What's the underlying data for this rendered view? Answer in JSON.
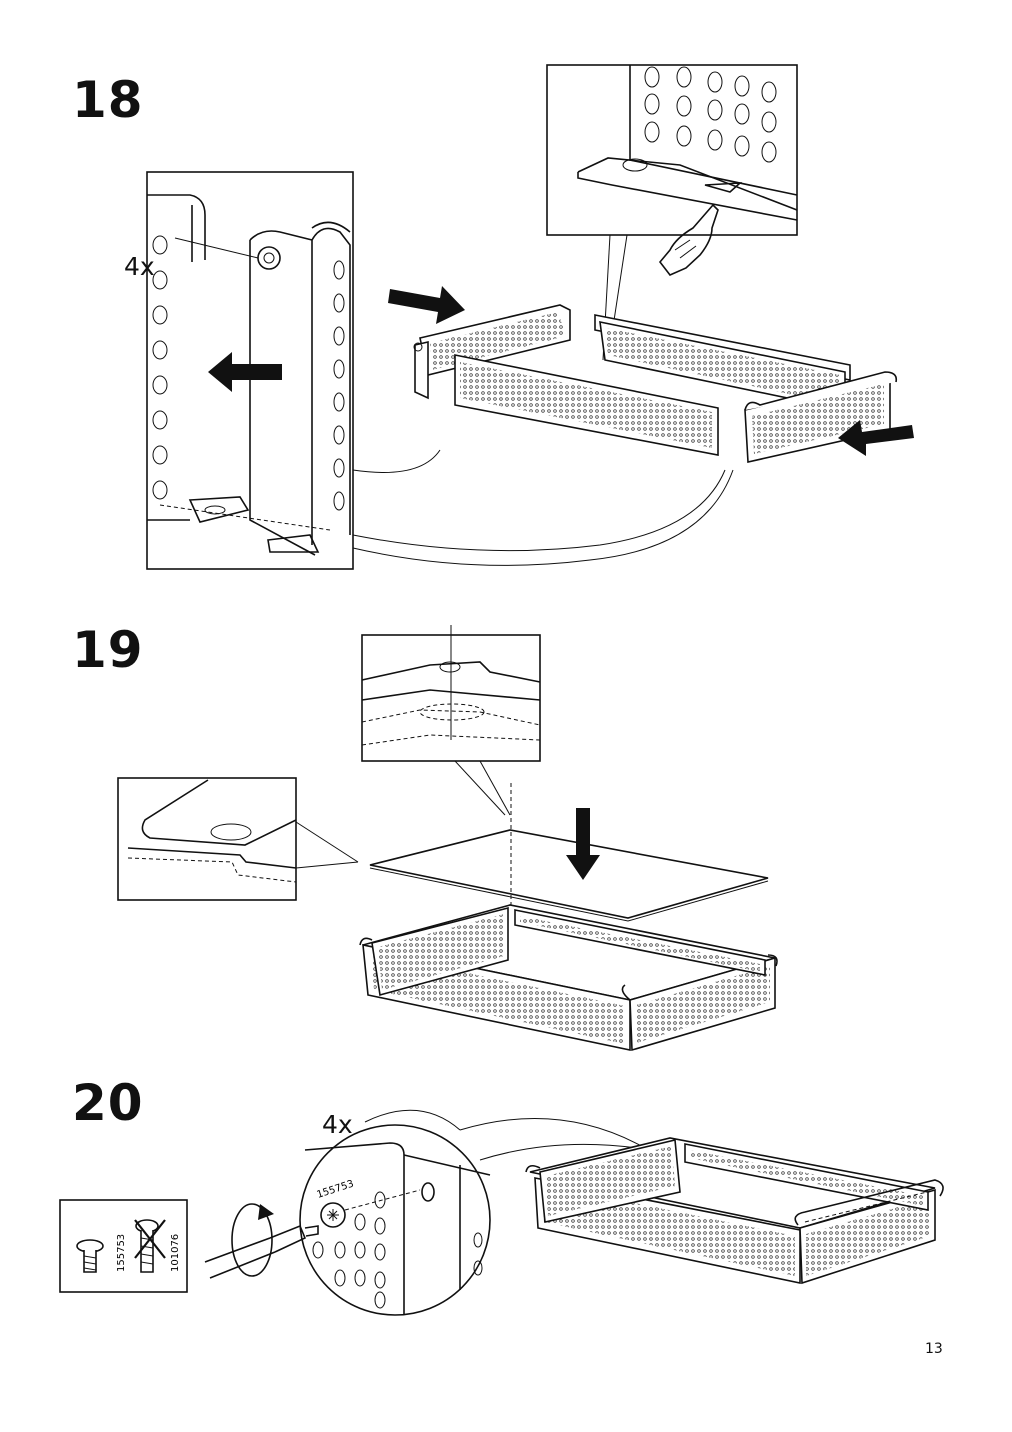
{
  "steps": [
    {
      "number": "18",
      "quantity": "4x"
    },
    {
      "number": "19"
    },
    {
      "number": "20",
      "quantity": "4x"
    }
  ],
  "parts": {
    "allowed": "155753",
    "not_allowed": "101076",
    "callout_part": "155753"
  },
  "page": {
    "number": "13"
  }
}
